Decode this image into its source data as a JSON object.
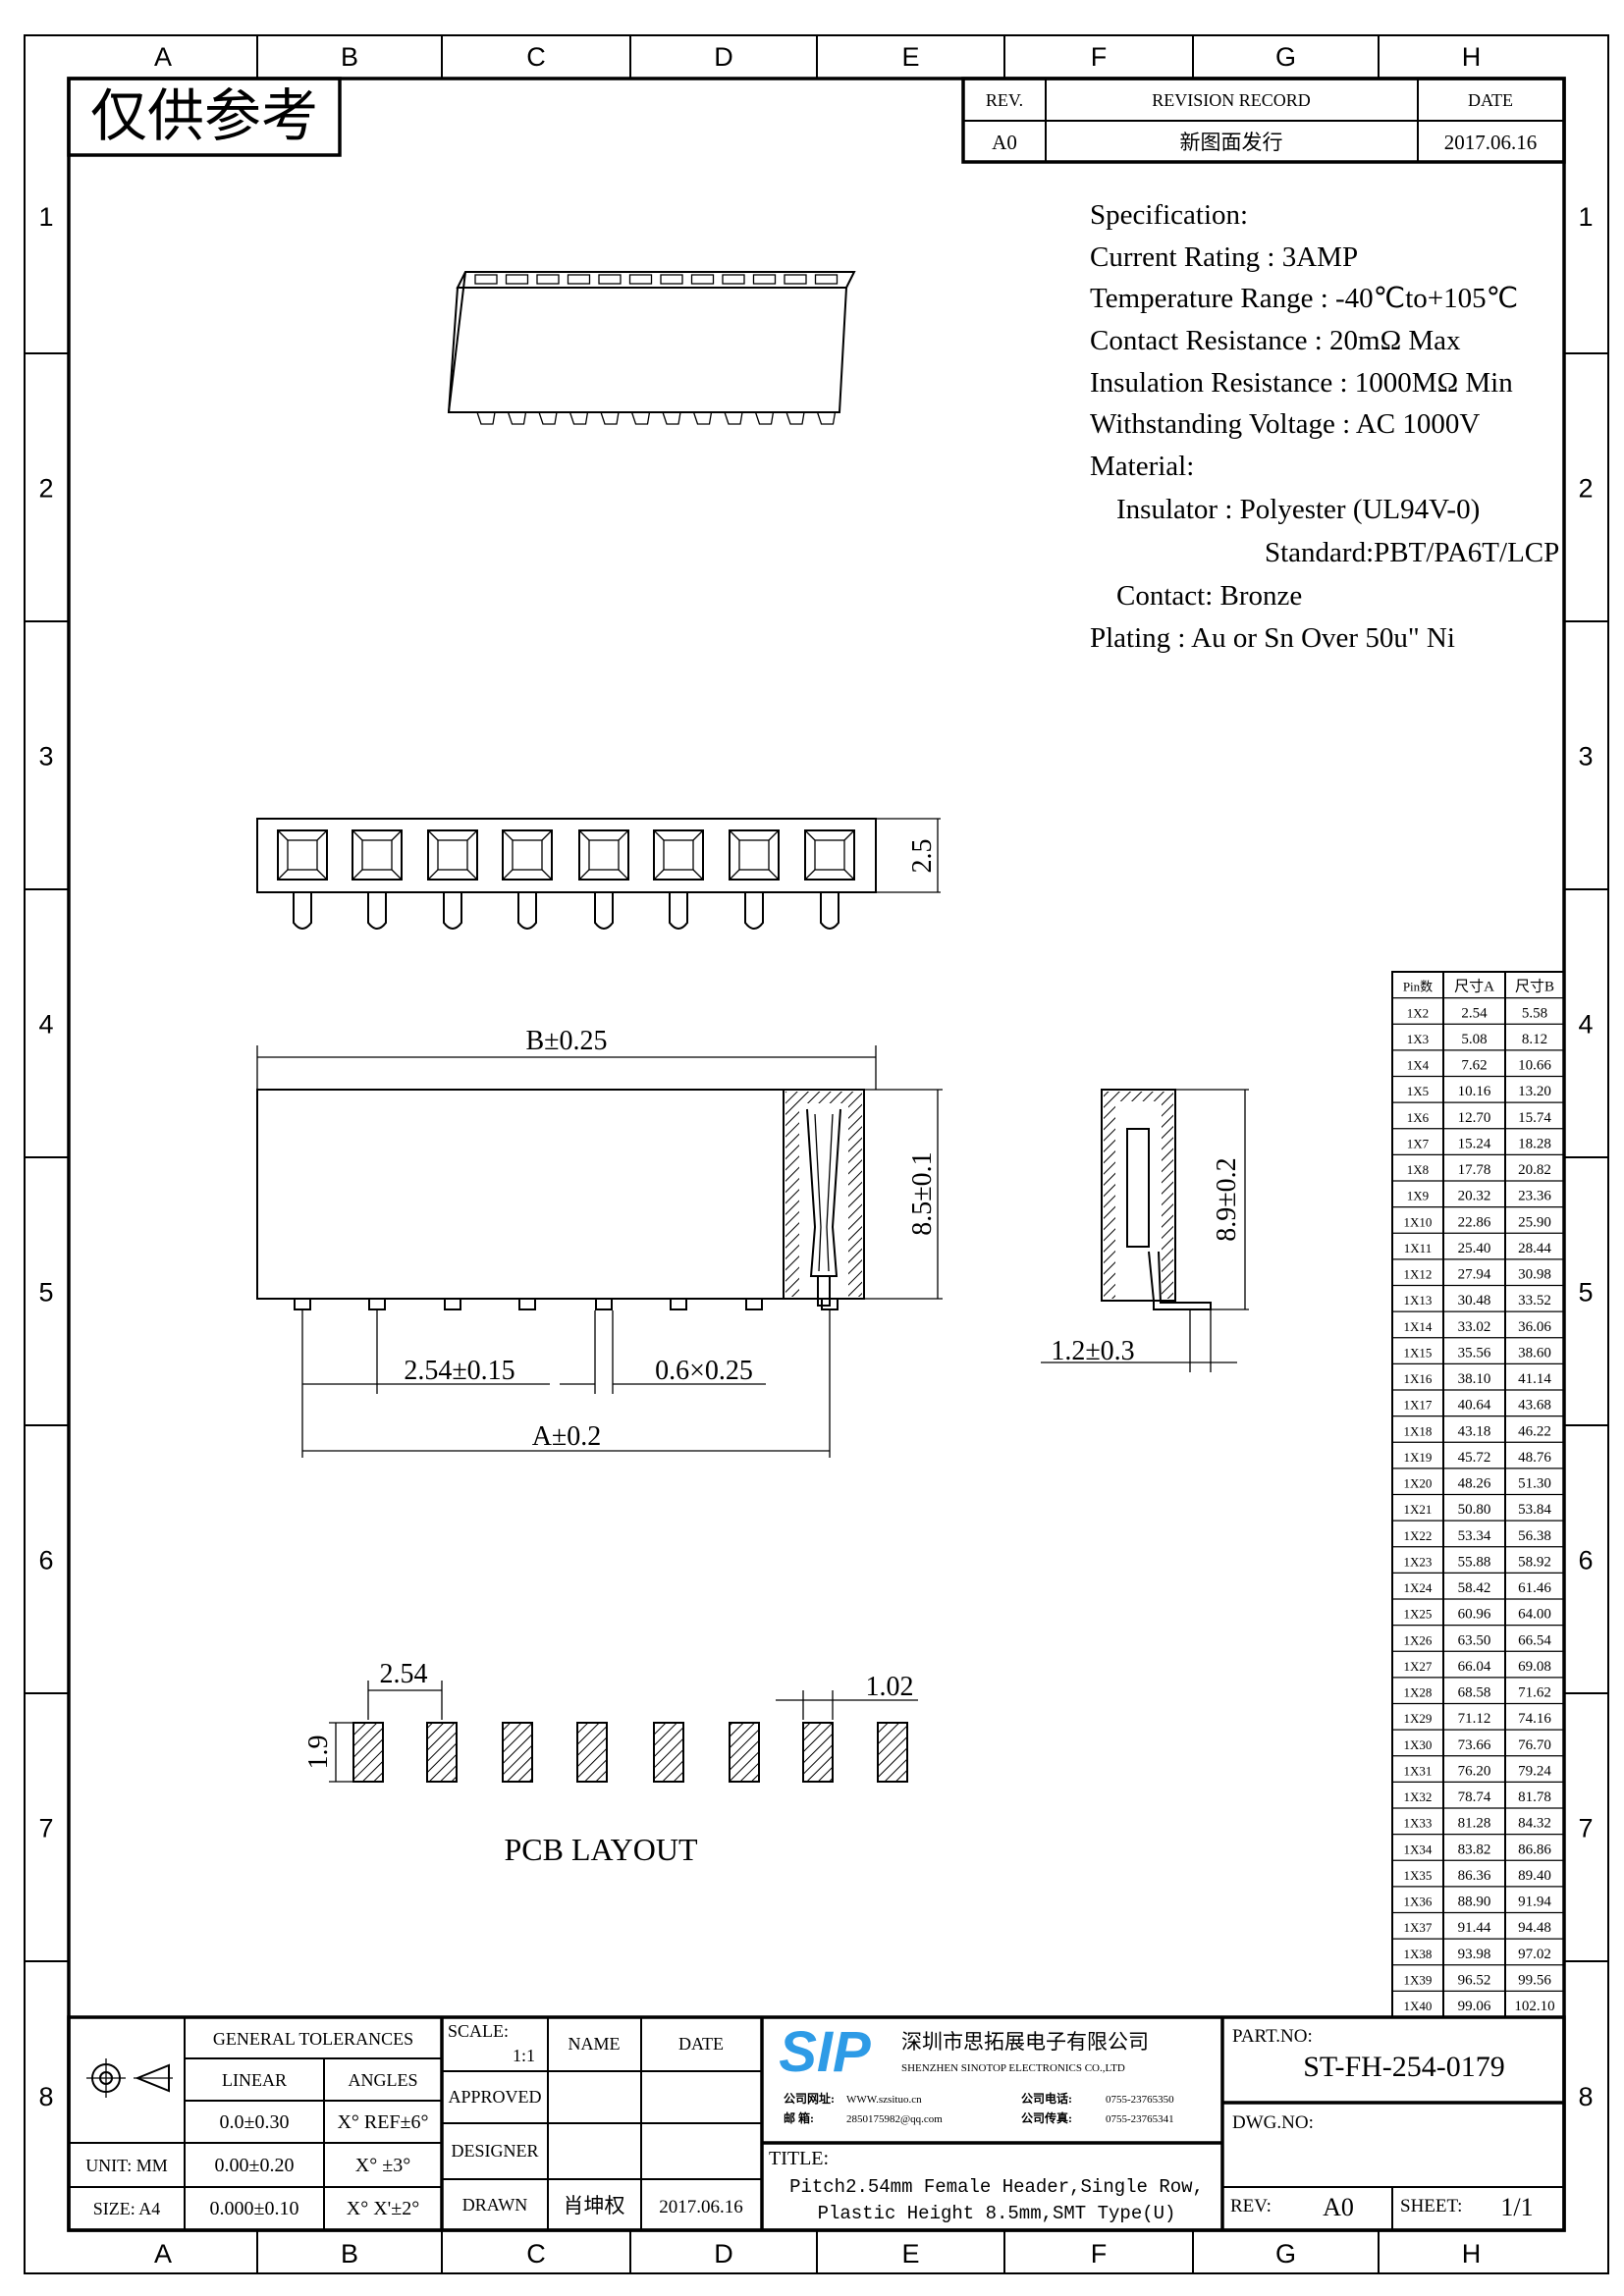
{
  "frame": {
    "columns": [
      "A",
      "B",
      "C",
      "D",
      "E",
      "F",
      "G",
      "H"
    ],
    "rows": [
      "1",
      "2",
      "3",
      "4",
      "5",
      "6",
      "7",
      "8"
    ]
  },
  "stamp": "仅供参考",
  "revision": {
    "headers": {
      "rev": "REV.",
      "record": "REVISION RECORD",
      "date": "DATE"
    },
    "row": {
      "rev": "A0",
      "record": "新图面发行",
      "date": "2017.06.16"
    }
  },
  "spec": {
    "lines": [
      "Specification:",
      "Current Rating : 3AMP",
      "Temperature Range : -40℃to+105℃",
      "Contact Resistance : 20mΩ Max",
      "Insulation Resistance : 1000MΩ Min",
      "Withstanding Voltage : AC 1000V",
      "Material:",
      "Insulator : Polyester (UL94V-0)",
      "Standard:PBT/PA6T/LCP",
      "Contact: Bronze",
      "Plating : Au or Sn Over 50u\" Ni"
    ]
  },
  "dimensions": {
    "top_height": "2.5",
    "b": "B±0.25",
    "height": "8.5±0.1",
    "pitch": "2.54±0.15",
    "pin": "0.6×0.25",
    "a": "A±0.2",
    "end_height": "8.9±0.2",
    "foot": "1.2±0.3",
    "pcb_pitch": "2.54",
    "pcb_pad_width": "1.02",
    "pcb_pad_height": "1.9",
    "pcb_title": "PCB LAYOUT"
  },
  "size_table": {
    "headers": [
      "Pin数",
      "尺寸A",
      "尺寸B"
    ],
    "rows": [
      [
        "1X2",
        "2.54",
        "5.58"
      ],
      [
        "1X3",
        "5.08",
        "8.12"
      ],
      [
        "1X4",
        "7.62",
        "10.66"
      ],
      [
        "1X5",
        "10.16",
        "13.20"
      ],
      [
        "1X6",
        "12.70",
        "15.74"
      ],
      [
        "1X7",
        "15.24",
        "18.28"
      ],
      [
        "1X8",
        "17.78",
        "20.82"
      ],
      [
        "1X9",
        "20.32",
        "23.36"
      ],
      [
        "1X10",
        "22.86",
        "25.90"
      ],
      [
        "1X11",
        "25.40",
        "28.44"
      ],
      [
        "1X12",
        "27.94",
        "30.98"
      ],
      [
        "1X13",
        "30.48",
        "33.52"
      ],
      [
        "1X14",
        "33.02",
        "36.06"
      ],
      [
        "1X15",
        "35.56",
        "38.60"
      ],
      [
        "1X16",
        "38.10",
        "41.14"
      ],
      [
        "1X17",
        "40.64",
        "43.68"
      ],
      [
        "1X18",
        "43.18",
        "46.22"
      ],
      [
        "1X19",
        "45.72",
        "48.76"
      ],
      [
        "1X20",
        "48.26",
        "51.30"
      ],
      [
        "1X21",
        "50.80",
        "53.84"
      ],
      [
        "1X22",
        "53.34",
        "56.38"
      ],
      [
        "1X23",
        "55.88",
        "58.92"
      ],
      [
        "1X24",
        "58.42",
        "61.46"
      ],
      [
        "1X25",
        "60.96",
        "64.00"
      ],
      [
        "1X26",
        "63.50",
        "66.54"
      ],
      [
        "1X27",
        "66.04",
        "69.08"
      ],
      [
        "1X28",
        "68.58",
        "71.62"
      ],
      [
        "1X29",
        "71.12",
        "74.16"
      ],
      [
        "1X30",
        "73.66",
        "76.70"
      ],
      [
        "1X31",
        "76.20",
        "79.24"
      ],
      [
        "1X32",
        "78.74",
        "81.78"
      ],
      [
        "1X33",
        "81.28",
        "84.32"
      ],
      [
        "1X34",
        "83.82",
        "86.86"
      ],
      [
        "1X35",
        "86.36",
        "89.40"
      ],
      [
        "1X36",
        "88.90",
        "91.94"
      ],
      [
        "1X37",
        "91.44",
        "94.48"
      ],
      [
        "1X38",
        "93.98",
        "97.02"
      ],
      [
        "1X39",
        "96.52",
        "99.56"
      ],
      [
        "1X40",
        "99.06",
        "102.10"
      ]
    ]
  },
  "title_block": {
    "general_tolerances": "GENERAL TOLERANCES",
    "linear": "LINEAR",
    "angles": "ANGLES",
    "tol": [
      [
        "0.0±0.30",
        "X° REF±6°"
      ],
      [
        "0.00±0.20",
        "X° ±3°"
      ],
      [
        "0.000±0.10",
        "X° X'±2°"
      ]
    ],
    "unit": "UNIT: MM",
    "size": "SIZE: A4",
    "scale_label": "SCALE:",
    "scale": "1:1",
    "name": "NAME",
    "date": "DATE",
    "approved": "APPROVED",
    "designer": "DESIGNER",
    "drawn": "DRAWN",
    "drawn_name": "肖坤权",
    "drawn_date": "2017.06.16",
    "company": {
      "logo": "SIP",
      "name_cn": "深圳市思拓展电子有限公司",
      "name_en": "SHENZHEN SINOTOP ELECTRONICS CO.,LTD",
      "web_label": "公司网址:",
      "web": "WWW.szsituo.cn",
      "phone_label": "公司电话:",
      "phone": "0755-23765350",
      "email_label": "邮    箱:",
      "email": "2850175982@qq.com",
      "fax_label": "公司传真:",
      "fax": "0755-23765341",
      "brand_color": "#2e9be6"
    },
    "title_label": "TITLE:",
    "title_line1": "Pitch2.54mm Female Header,Single Row,",
    "title_line2": "Plastic Height 8.5mm,SMT Type(U)",
    "part_no_label": "PART.NO:",
    "part_no": "ST-FH-254-0179",
    "dwg_no_label": "DWG.NO:",
    "rev_label": "REV:",
    "rev": "A0",
    "sheet_label": "SHEET:",
    "sheet": "1/1"
  }
}
